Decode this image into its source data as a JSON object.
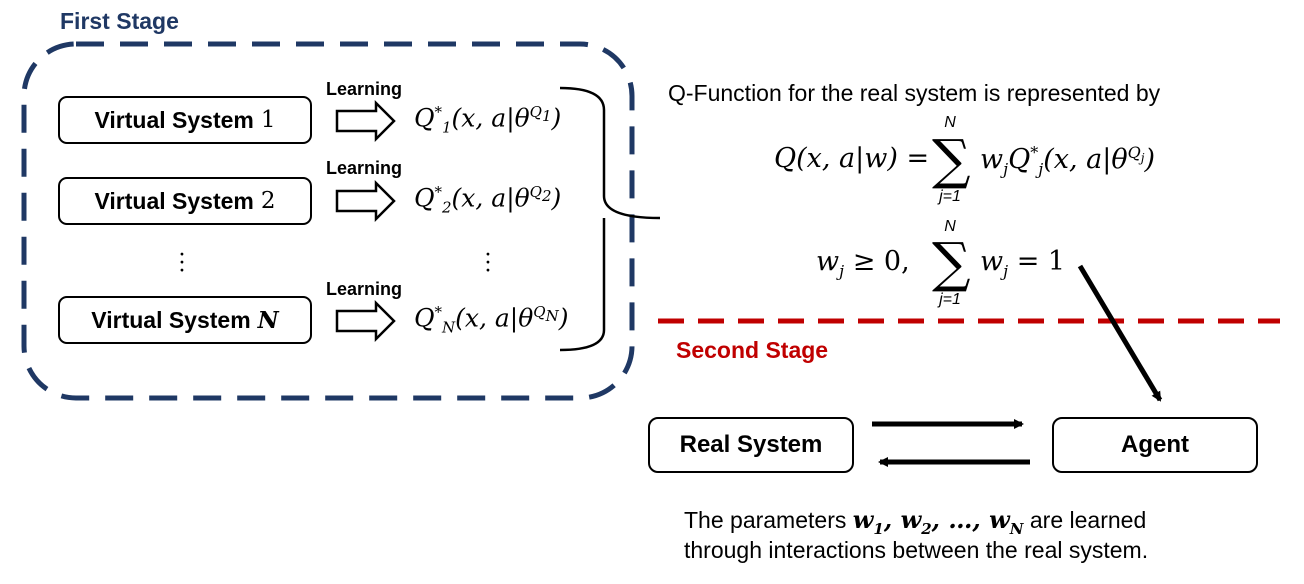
{
  "first_stage": {
    "title": "First Stage",
    "systems": [
      {
        "label": "Virtual System",
        "index": "1",
        "learning": "Learning",
        "q_sub": "1",
        "theta_sub": "1"
      },
      {
        "label": "Virtual System",
        "index": "2",
        "learning": "Learning",
        "q_sub": "2",
        "theta_sub": "2"
      },
      {
        "label": "Virtual System",
        "index": "N",
        "learning": "Learning",
        "q_sub": "N",
        "theta_sub": "N"
      }
    ]
  },
  "q_function": {
    "header": "Q-Function for the real system is represented by",
    "lhs": "Q(x, a|w) =",
    "sum_upper": "N",
    "sum_lower": "j=1",
    "constraint_first": "w",
    "constraint_first_sub": "j",
    "constraint_ge": "≥ 0,",
    "constraint_rhs": "= 1"
  },
  "second_stage": {
    "title": "Second Stage",
    "real_system_label": "Real System",
    "agent_label": "Agent",
    "note_prefix": "The parameters",
    "note_params": "w1, w2, …, wN",
    "note_suffix": "are learned",
    "note_line2": "through interactions between the real system."
  },
  "colors": {
    "first_stage": "#1f3864",
    "second_stage": "#c00000"
  }
}
